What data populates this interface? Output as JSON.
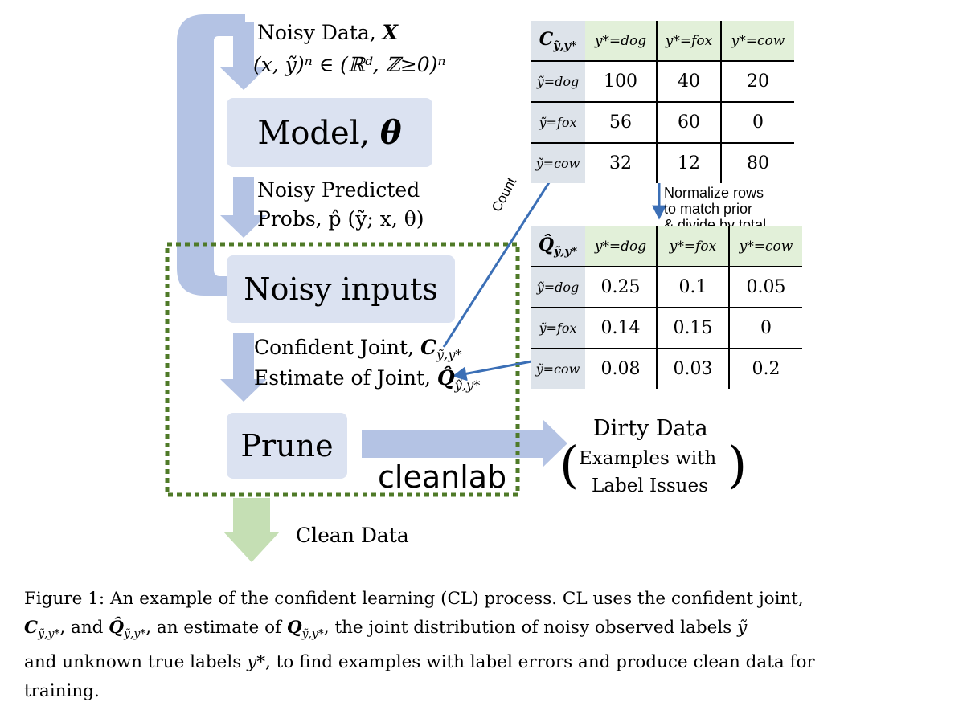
{
  "pipeline": {
    "input_label": "Noisy Data,",
    "input_symbol": "X",
    "input_formula": "(x, ỹ)ⁿ ∈ (ℝᵈ, ℤ≥0)ⁿ",
    "model_label": "Model,",
    "model_symbol": "θ",
    "probs_line1": "Noisy Predicted",
    "probs_line2": "Probs, p̂ (ỹ; x, θ)",
    "noisy_inputs_label": "Noisy inputs",
    "joint_line1": "Confident Joint,",
    "joint_line1_symbol": "C",
    "joint_line2": "Estimate of Joint,",
    "joint_line2_symbol": "Q̂",
    "subscript": "ỹ,y*",
    "prune_label": "Prune",
    "cleanlab_label": "cleanlab",
    "dirty_title": "Dirty Data",
    "dirty_sub1": "Examples with",
    "dirty_sub2": "Label Issues",
    "clean_label": "Clean Data",
    "count_label": "Count",
    "normalize_note": [
      "Normalize rows",
      "to match prior",
      "& divide by total"
    ]
  },
  "confident_joint": {
    "corner_symbol": "C",
    "corner_sub": "ỹ,y*",
    "columns": [
      "y*=dog",
      "y*=fox",
      "y*=cow"
    ],
    "rows": [
      {
        "label": "ỹ=dog",
        "values": [
          "100",
          "40",
          "20"
        ]
      },
      {
        "label": "ỹ=fox",
        "values": [
          "56",
          "60",
          "0"
        ]
      },
      {
        "label": "ỹ=cow",
        "values": [
          "32",
          "12",
          "80"
        ]
      }
    ]
  },
  "estimated_joint": {
    "corner_symbol": "Q̂",
    "corner_sub": "ỹ,y*",
    "columns": [
      "y*=dog",
      "y*=fox",
      "y*=cow"
    ],
    "rows": [
      {
        "label": "ỹ=dog",
        "values": [
          "0.25",
          "0.1",
          "0.05"
        ]
      },
      {
        "label": "ỹ=fox",
        "values": [
          "0.14",
          "0.15",
          "0"
        ]
      },
      {
        "label": "ỹ=cow",
        "values": [
          "0.08",
          "0.03",
          "0.2"
        ]
      }
    ]
  },
  "caption": {
    "p1": "Figure 1: An example of the confident learning (CL) process. CL uses the confident joint,",
    "p2a": "C",
    "p2b": "ỹ,y*",
    "p2c": ", and ",
    "p2d": "Q̂",
    "p2e": "ỹ,y*",
    "p2f": ", an estimate of ",
    "p2g": "Q",
    "p2h": "ỹ,y*",
    "p2i": ", the joint distribution of noisy observed labels ",
    "p2j": "ỹ",
    "p3a": "and unknown true labels ",
    "p3b": "y*",
    "p3c": ", to find examples with label errors and produce clean data for",
    "p4": "training."
  },
  "colors": {
    "arrow_blue": "#b4c3e4",
    "box_fill": "#dbe2f1",
    "header_green": "#e2f0d9",
    "clean_green": "#c5dfb4",
    "dashed_border": "#4f7a28",
    "line_arrow": "#3b6fb6"
  }
}
